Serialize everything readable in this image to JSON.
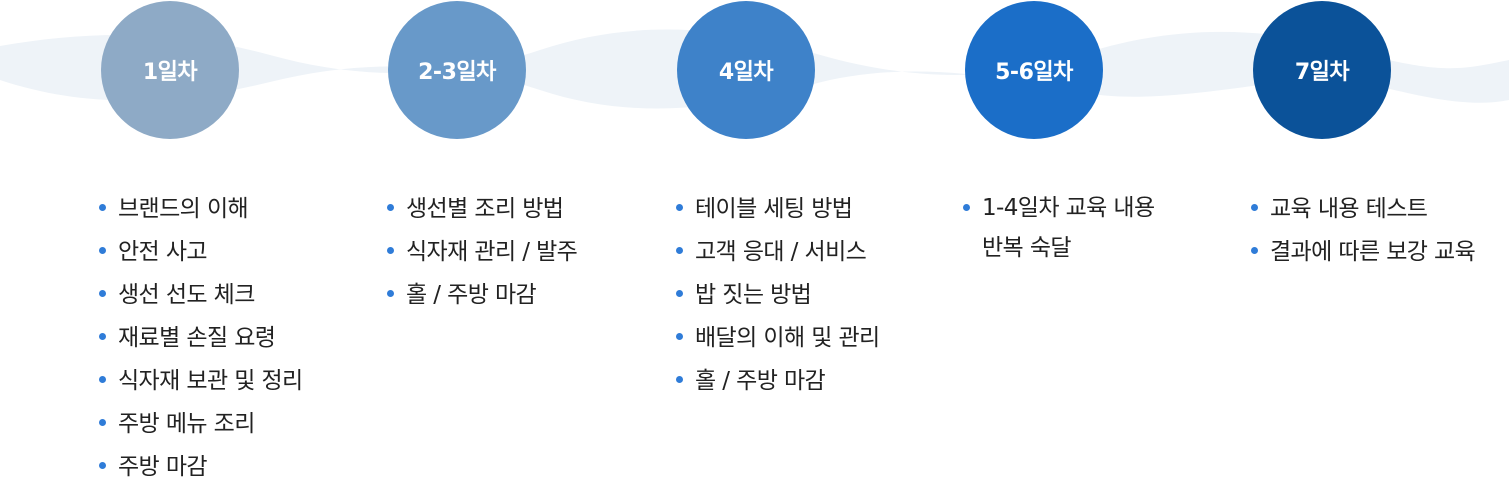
{
  "steps": [
    {
      "label": "1일차",
      "color": "#8eaac6",
      "items": [
        "브랜드의 이해",
        "안전 사고",
        "생선 선도 체크",
        "재료별 손질 요령",
        "식자재 보관 및 정리",
        "주방 메뉴 조리",
        "주방 마감"
      ]
    },
    {
      "label": "2-3일차",
      "color": "#6899c9",
      "items": [
        "생선별 조리 방법",
        "식자재 관리 / 발주",
        "홀 / 주방 마감"
      ]
    },
    {
      "label": "4일차",
      "color": "#3e82c9",
      "items": [
        "테이블 세팅 방법",
        "고객 응대 / 서비스",
        "밥 짓는 방법",
        "배달의 이해 및 관리",
        "홀 / 주방 마감"
      ]
    },
    {
      "label": "5-6일차",
      "color": "#1b6ec8",
      "items": [
        "1-4일차 교육 내용 반복 숙달"
      ]
    },
    {
      "label": "7일차",
      "color": "#0b5299",
      "items": [
        "교육 내용 테스트",
        "결과에 따른 보강 교육"
      ]
    }
  ],
  "colors": {
    "bullet": "#2f7cd8",
    "wave": "#eef3f8",
    "text": "#222222"
  }
}
